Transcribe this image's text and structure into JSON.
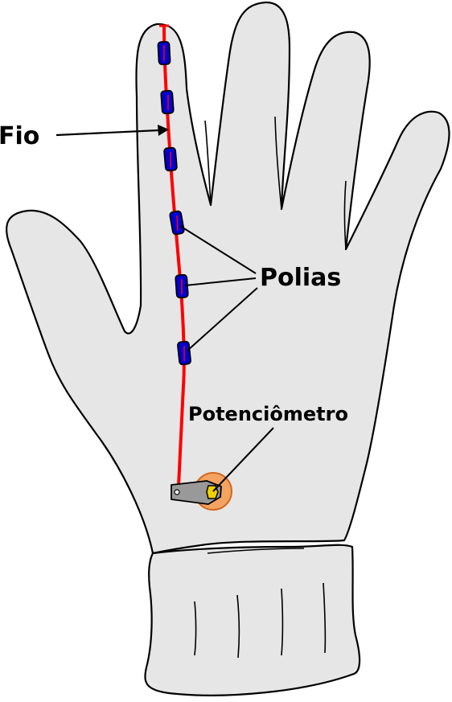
{
  "labels": {
    "fio": "Fio",
    "polias": "Polias",
    "potenciometro": "Potenciômetro"
  },
  "colors": {
    "glove": "#e6e6e6",
    "outline": "#000000",
    "wire": "#ff0000",
    "pulley": "#0000d4",
    "pot_disc": "#f4a460",
    "pot_knob": "#f0d000",
    "lever": "#999999"
  },
  "parts": {
    "pulley_count": 6
  }
}
